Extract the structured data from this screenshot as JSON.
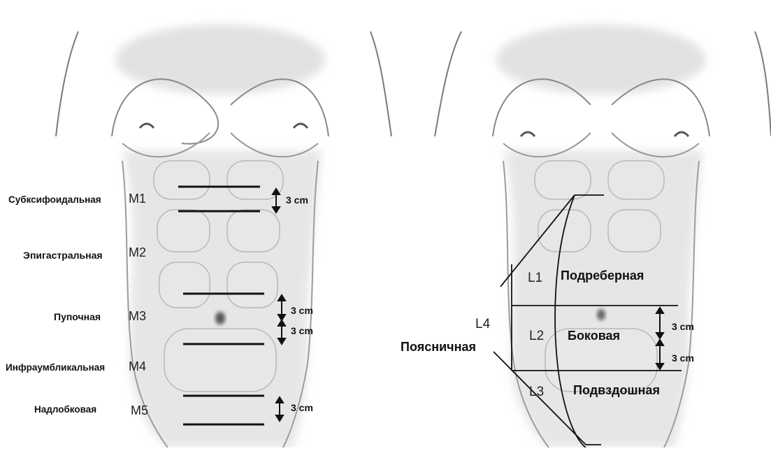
{
  "left_panel": {
    "zones": [
      {
        "name": "Субксифоидальная",
        "code": "M1"
      },
      {
        "name": "Эпигастральная",
        "code": "M2"
      },
      {
        "name": "Пупочная",
        "code": "M3"
      },
      {
        "name": "Инфраумбликальная",
        "code": "M4"
      },
      {
        "name": "Надлобковая",
        "code": "M5"
      }
    ],
    "measurements": [
      "3 cm",
      "3 cm",
      "3 cm",
      "3 cm"
    ]
  },
  "right_panel": {
    "zones": [
      {
        "code": "L1",
        "name": "Подреберная"
      },
      {
        "code": "L2",
        "name": "Боковая"
      },
      {
        "code": "L3",
        "name": "Подвздошная"
      },
      {
        "code": "L4",
        "name": "Поясничная"
      }
    ],
    "measurements": [
      "3 cm",
      "3 cm"
    ]
  },
  "colors": {
    "line": "#111111",
    "body_outline": "#7a7a7a",
    "body_shade": "#bdbdbd"
  }
}
